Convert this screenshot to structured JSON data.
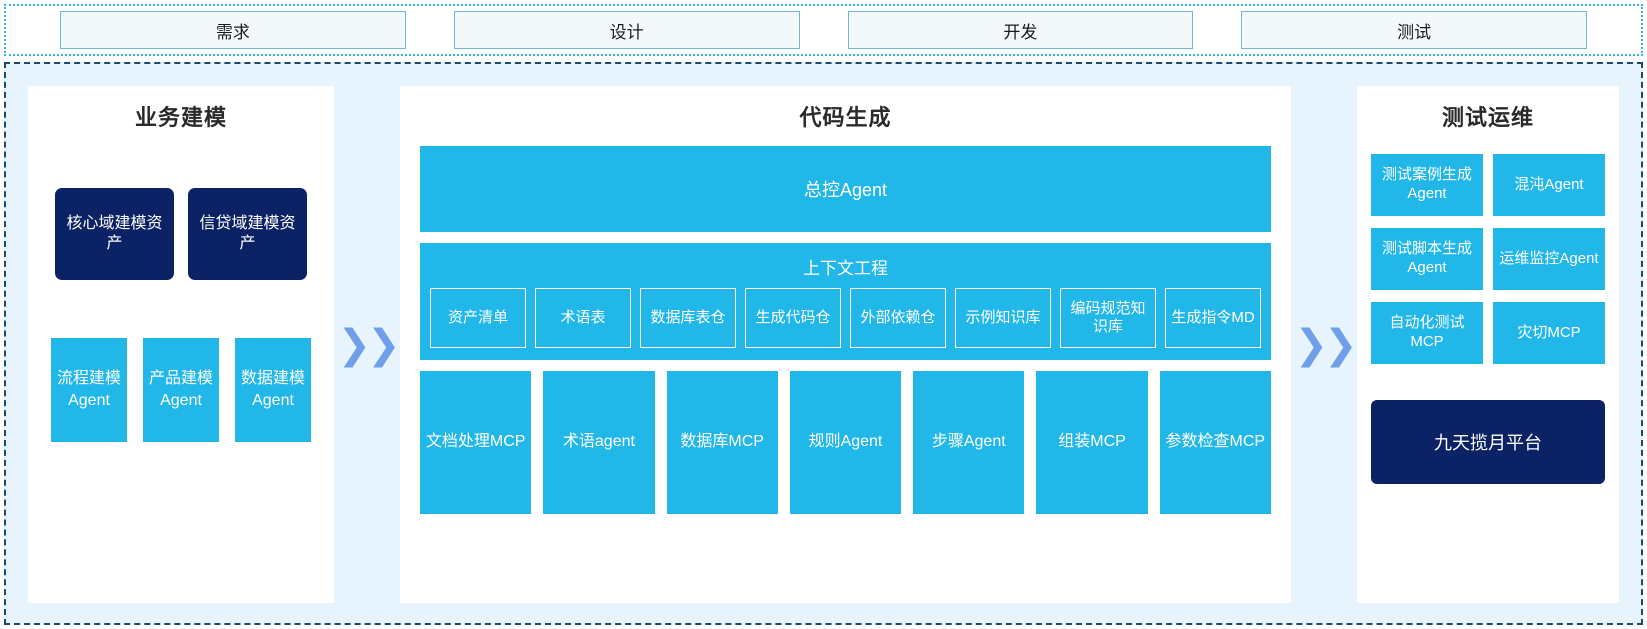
{
  "colors": {
    "cyan": "#22b7e9",
    "navy": "#0b2265",
    "panel_bg": "#e8f4fd",
    "chevron": "#6e9fe8",
    "phase_border": "#35b5e5",
    "main_border": "#1c4a6e"
  },
  "phases": [
    {
      "label": "需求"
    },
    {
      "label": "设计"
    },
    {
      "label": "开发"
    },
    {
      "label": "测试"
    }
  ],
  "chevrons": {
    "glyph": "❯❯"
  },
  "left_panel": {
    "title": "业务建模",
    "assets": [
      {
        "label": "核心域建模资产"
      },
      {
        "label": "信贷域建模资产"
      }
    ],
    "modeling_agents": [
      {
        "label": "流程建模Agent"
      },
      {
        "label": "产品建模Agent"
      },
      {
        "label": "数据建模Agent"
      }
    ]
  },
  "center_panel": {
    "title": "代码生成",
    "master_agent": "总控Agent",
    "context": {
      "title": "上下文工程",
      "items": [
        {
          "label": "资产清单"
        },
        {
          "label": "术语表"
        },
        {
          "label": "数据库表仓"
        },
        {
          "label": "生成代码仓"
        },
        {
          "label": "外部依赖仓"
        },
        {
          "label": "示例知识库"
        },
        {
          "label": "编码规范知识库"
        },
        {
          "label": "生成指令MD"
        }
      ]
    },
    "tools": [
      {
        "label": "文档处理MCP"
      },
      {
        "label": "术语agent"
      },
      {
        "label": "数据库MCP"
      },
      {
        "label": "规则Agent"
      },
      {
        "label": "步骤Agent"
      },
      {
        "label": "组装MCP"
      },
      {
        "label": "参数检查MCP"
      }
    ]
  },
  "right_panel": {
    "title": "测试运维",
    "cards": [
      {
        "label": "测试案例生成Agent"
      },
      {
        "label": "混沌Agent"
      },
      {
        "label": "测试脚本生成Agent"
      },
      {
        "label": "运维监控Agent"
      },
      {
        "label": "自动化测试MCP"
      },
      {
        "label": "灾切MCP"
      }
    ],
    "platform": "九天揽月平台"
  }
}
